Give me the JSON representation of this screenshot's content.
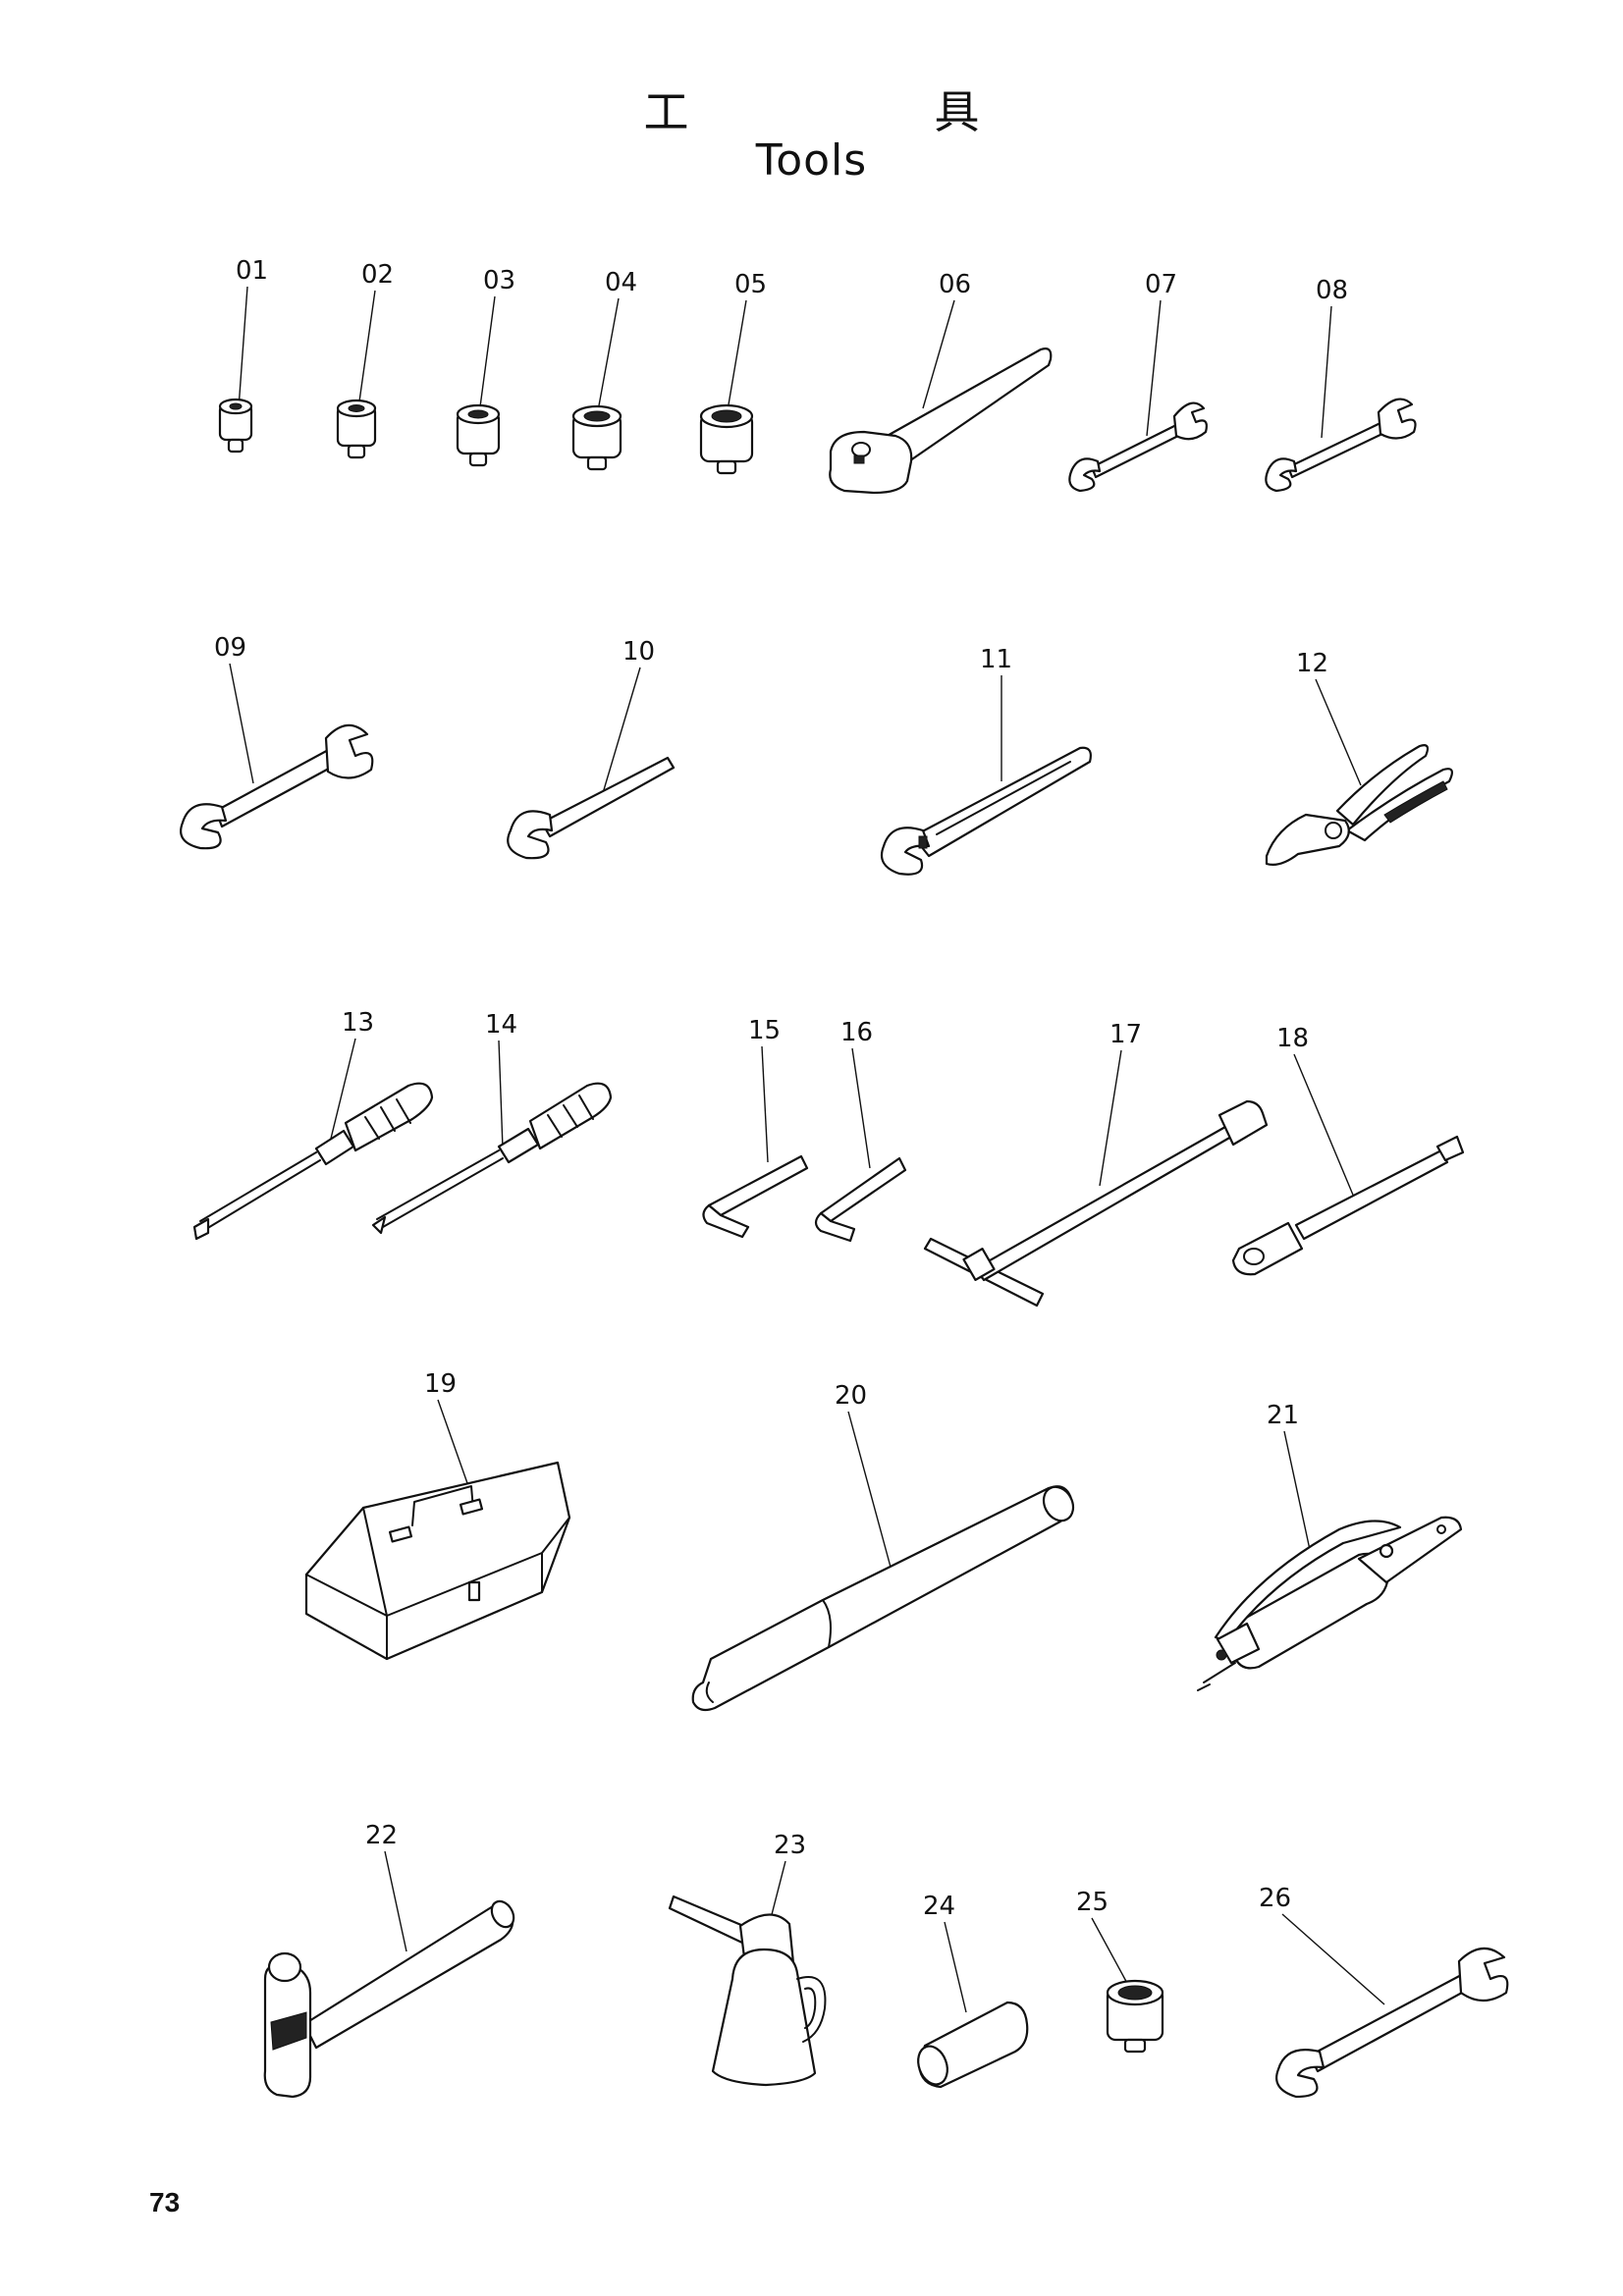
{
  "header": {
    "title_jp_1": "工",
    "title_jp_2": "具",
    "title_en": "Tools"
  },
  "page_number": "73",
  "parts": [
    {
      "num": "01",
      "icon": "socket-small-icon"
    },
    {
      "num": "02",
      "icon": "socket-small-icon"
    },
    {
      "num": "03",
      "icon": "socket-icon"
    },
    {
      "num": "04",
      "icon": "socket-icon"
    },
    {
      "num": "05",
      "icon": "socket-large-icon"
    },
    {
      "num": "06",
      "icon": "ratchet-handle-icon"
    },
    {
      "num": "07",
      "icon": "open-end-wrench-icon"
    },
    {
      "num": "08",
      "icon": "open-end-wrench-icon"
    },
    {
      "num": "09",
      "icon": "open-end-wrench-icon"
    },
    {
      "num": "10",
      "icon": "single-end-wrench-icon"
    },
    {
      "num": "11",
      "icon": "adjustable-wrench-icon"
    },
    {
      "num": "12",
      "icon": "pliers-icon"
    },
    {
      "num": "13",
      "icon": "flat-screwdriver-icon"
    },
    {
      "num": "14",
      "icon": "phillips-screwdriver-icon"
    },
    {
      "num": "15",
      "icon": "hex-key-icon"
    },
    {
      "num": "16",
      "icon": "hex-key-icon"
    },
    {
      "num": "17",
      "icon": "t-handle-wrench-icon"
    },
    {
      "num": "18",
      "icon": "box-wrench-icon"
    },
    {
      "num": "19",
      "icon": "tool-box-icon"
    },
    {
      "num": "20",
      "icon": "extension-pipe-icon"
    },
    {
      "num": "21",
      "icon": "grease-gun-icon"
    },
    {
      "num": "22",
      "icon": "ball-peen-hammer-icon"
    },
    {
      "num": "23",
      "icon": "oil-can-icon"
    },
    {
      "num": "24",
      "icon": "sleeve-icon"
    },
    {
      "num": "25",
      "icon": "socket-icon"
    },
    {
      "num": "26",
      "icon": "open-end-wrench-icon"
    }
  ]
}
